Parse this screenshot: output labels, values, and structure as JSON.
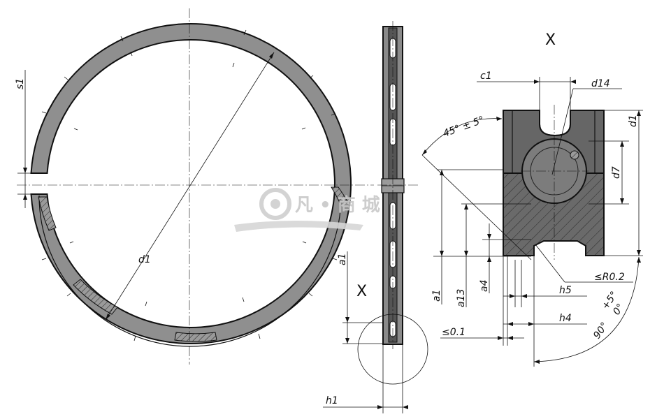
{
  "labels": {
    "s1": "s1",
    "d1_front": "d1",
    "a1_side": "a1",
    "x_side": "X",
    "h1": "h1",
    "x_detail": "X",
    "c1": "c1",
    "d14": "d14",
    "d1_detail": "d1",
    "d7": "d7",
    "angle_45": "45° ± 5°",
    "r02": "≤R0.2",
    "a1_detail": "a1",
    "a13": "a13",
    "a4": "a4",
    "h5": "h5",
    "h4": "h4",
    "le01": "≤0.1",
    "angle_90": "90°",
    "angle_90_tol_plus": "+5°",
    "angle_90_tol_zero": "0°"
  },
  "watermark": {
    "text": "凡 • 商 城"
  },
  "colors": {
    "ring_fill": "#8f8f8f",
    "section_fill": "#6a6a6a",
    "bore_fill": "#7c7c7c",
    "line": "#111111"
  }
}
